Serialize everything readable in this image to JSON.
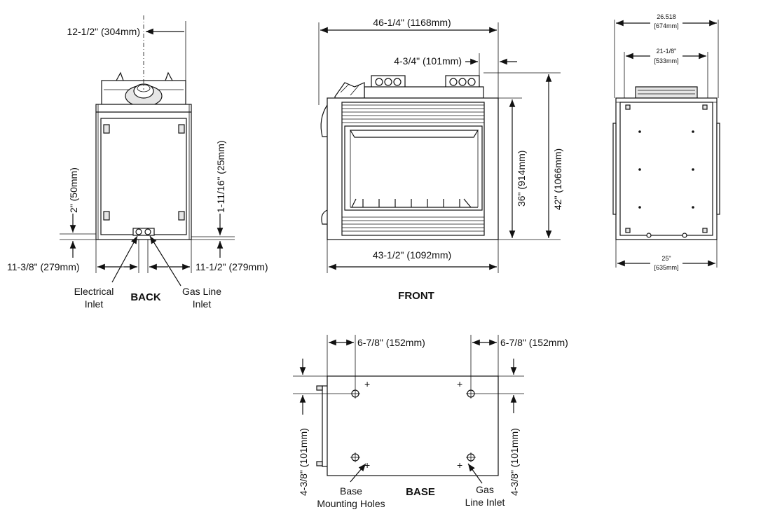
{
  "views": {
    "back": {
      "title": "BACK",
      "dims": {
        "offset_top": "12-1/2\" (304mm)",
        "left_height": "2\" (50mm)",
        "right_height": "1-11/16\" (25mm)",
        "left_bottom": "11-3/8\" (279mm)",
        "right_bottom": "11-1/2\" (279mm)"
      },
      "labels": {
        "electrical_line1": "Electrical",
        "electrical_line2": "Inlet",
        "gas_line1": "Gas Line",
        "gas_line2": "Inlet"
      }
    },
    "front": {
      "title": "FRONT",
      "dims": {
        "overall_width": "46-1/4\" (1168mm)",
        "vent_offset": "4-3/4\" (101mm)",
        "base_width": "43-1/2\" (1092mm)",
        "box_height": "36\" (914mm)",
        "overall_height": "42\" (1066mm)"
      }
    },
    "side": {
      "dims": {
        "top_width_in": "26.518",
        "top_width_mm": "[674mm]",
        "inner_width_in": "21-1/8\"",
        "inner_width_mm": "[533mm]",
        "bottom_width_in": "25\"",
        "bottom_width_mm": "[635mm]"
      }
    },
    "base": {
      "title": "BASE",
      "dims": {
        "left_offset": "6-7/8\" (152mm)",
        "right_offset": "6-7/8\" (152mm)",
        "left_height": "4-3/8\" (101mm)",
        "right_height": "4-3/8\" (101mm)"
      },
      "labels": {
        "mount_line1": "Base",
        "mount_line2": "Mounting Holes",
        "gas_line1": "Gas",
        "gas_line2": "Line Inlet"
      }
    }
  }
}
